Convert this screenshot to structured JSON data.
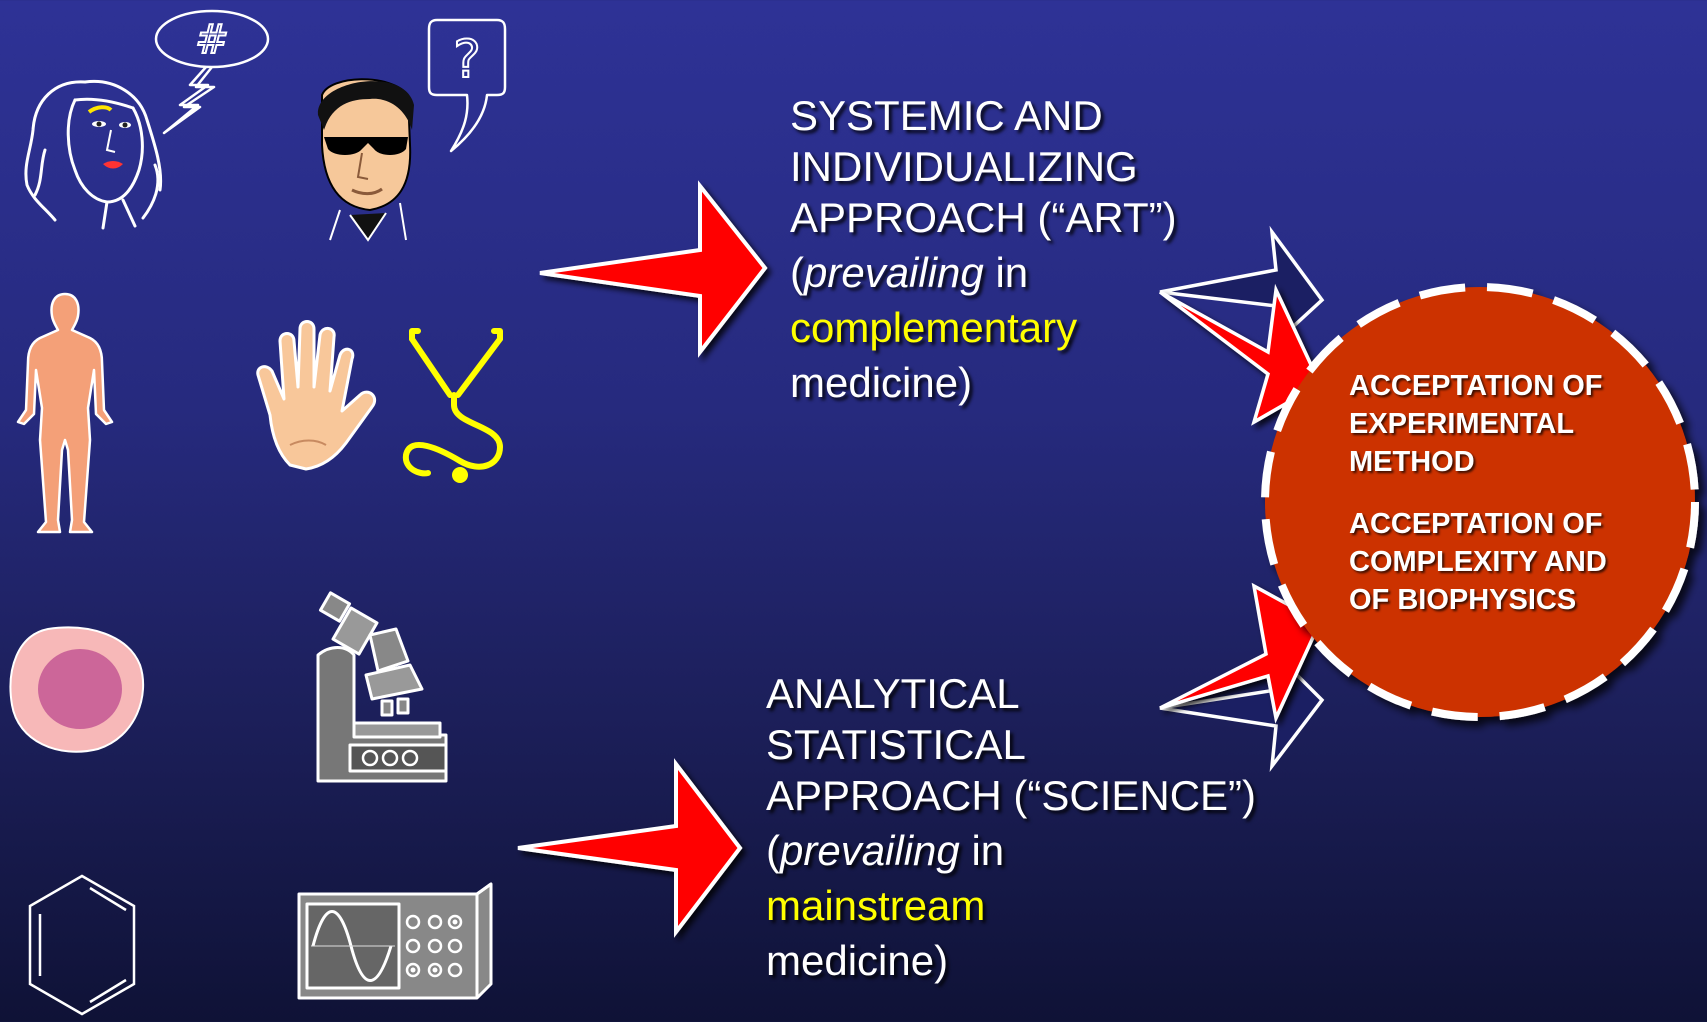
{
  "top_approach": {
    "line1": "SYSTEMIC AND",
    "line2": "INDIVIDUALIZING",
    "line3": "APPROACH (“ART”)",
    "open_paren": "(",
    "prevailing": "prevailing",
    "in": " in",
    "highlight": "complementary",
    "last": "medicine)"
  },
  "bottom_approach": {
    "line1": "ANALYTICAL",
    "line2": "STATISTICAL",
    "line3": "APPROACH (“SCIENCE”)",
    "open_paren": "(",
    "prevailing": "prevailing",
    "in": " in",
    "highlight": "mainstream",
    "last": "medicine)"
  },
  "circle": {
    "block1": [
      "ACCEPTATION OF",
      "EXPERIMENTAL",
      "METHOD"
    ],
    "block2": [
      "ACCEPTATION OF",
      "COMPLEXITY AND",
      "OF BIOPHYSICS"
    ]
  },
  "speech_bubble_symbol": "#",
  "question_bubble_symbol": "?",
  "colors": {
    "arrow_red": "#ff0000",
    "circle_fill": "#cc3300",
    "highlight_yellow": "#ffff00",
    "text_white": "#ffffff"
  },
  "icons": [
    "woman-face-icon",
    "speech-bubble-icon",
    "man-sunglasses-icon",
    "question-bubble-icon",
    "human-body-icon",
    "hand-icon",
    "stethoscope-icon",
    "cell-icon",
    "microscope-icon",
    "benzene-ring-icon",
    "oscilloscope-icon"
  ]
}
